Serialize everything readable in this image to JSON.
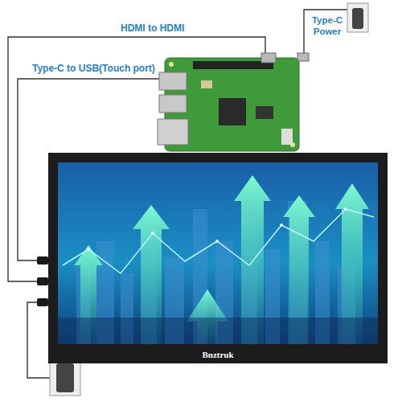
{
  "diagram": {
    "nodes": [
      {
        "text": [
          "Bnztruk"
        ]
      }
    ],
    "labels": [
      "HDMI to HDMI",
      "Type-C to USB(Touch port)",
      "Type-C Power"
    ]
  }
}
